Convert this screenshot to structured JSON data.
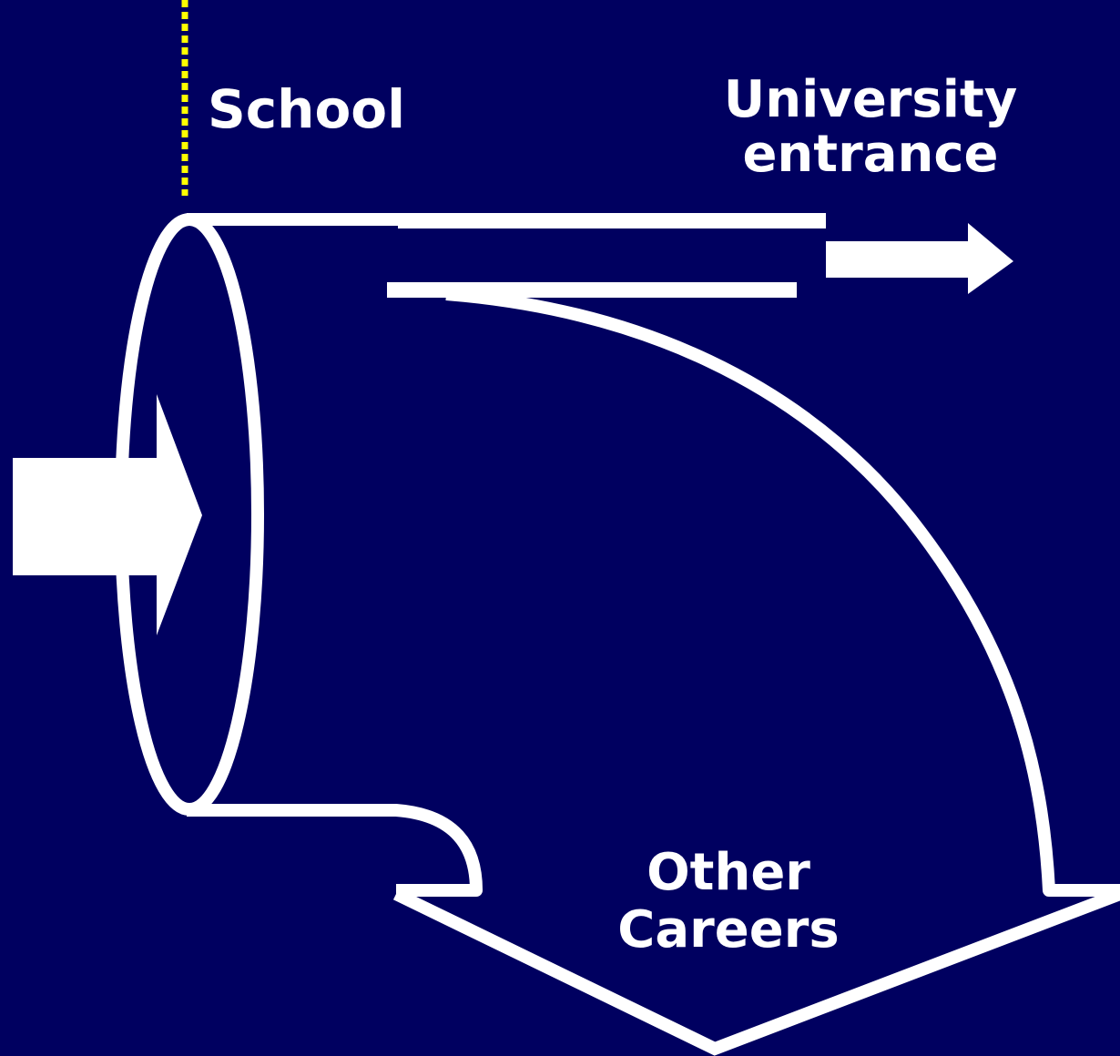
{
  "diagram": {
    "background_color": "#000060",
    "stroke_color": "#FFFFFF",
    "marker_color": "#FFFF00",
    "labels": {
      "school": "School",
      "university_line1": "University",
      "university_line2": "entrance",
      "other_line1": "Other",
      "other_line2": "Careers"
    }
  }
}
